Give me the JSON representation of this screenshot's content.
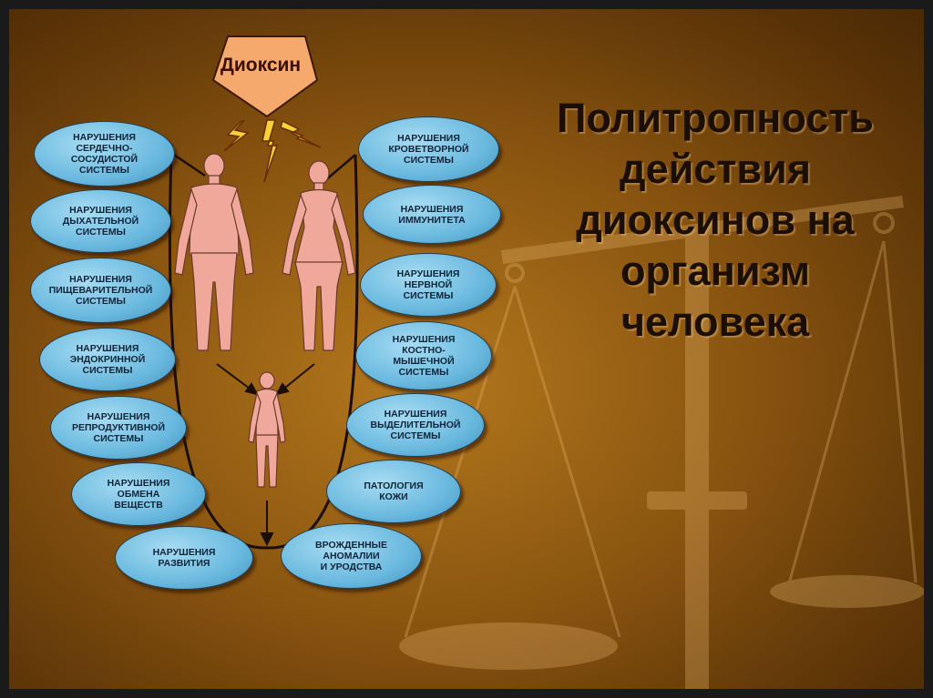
{
  "title_lines": [
    "Политропность",
    "действия",
    "диоксинов на",
    "организм",
    "человека"
  ],
  "dioxin": "Диоксин",
  "left_effects": [
    "НАРУШЕНИЯ\nСЕРДЕЧНО-\nСОСУДИСТОЙ\nСИСТЕМЫ",
    "НАРУШЕНИЯ\nДЫХАТЕЛЬНОЙ\nСИСТЕМЫ",
    "НАРУШЕНИЯ\nПИЩЕВАРИТЕЛЬНОЙ\nСИСТЕМЫ",
    "НАРУШЕНИЯ\nЭНДОКРИННОЙ\nСИСТЕМЫ",
    "НАРУШЕНИЯ\nРЕПРОДУКТИВНОЙ\nСИСТЕМЫ",
    "НАРУШЕНИЯ\nОБМЕНА\nВЕЩЕСТВ",
    "НАРУШЕНИЯ\nРАЗВИТИЯ"
  ],
  "right_effects": [
    "НАРУШЕНИЯ\nКРОВЕТВОРНОЙ\nСИСТЕМЫ",
    "НАРУШЕНИЯ\nИММУНИТЕТА",
    "НАРУШЕНИЯ\nНЕРВНОЙ\nСИСТЕМЫ",
    "НАРУШЕНИЯ\nКОСТНО-\nМЫШЕЧНОЙ\nСИСТЕМЫ",
    "НАРУШЕНИЯ\nВЫДЕЛИТЕЛЬНОЙ\nСИСТЕМЫ",
    "ПАТОЛОГИЯ\nКОЖИ",
    "ВРОЖДЕННЫЕ\nАНОМАЛИИ\nИ УРОДСТВА"
  ],
  "colors": {
    "oval_fill": "#6ab9df",
    "pentagon_fill": "#f6a96c",
    "figure_skin": "#f0a89a"
  }
}
